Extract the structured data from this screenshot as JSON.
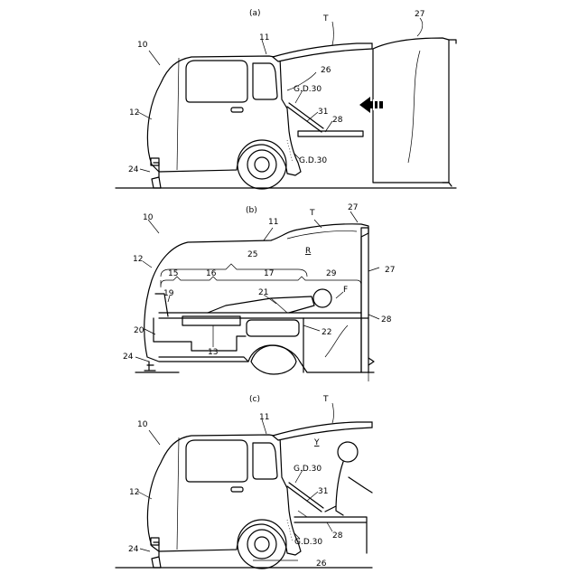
{
  "panels": [
    {
      "caption": "(a)",
      "labels": {
        "T": "T",
        "n27": "27",
        "n10": "10",
        "n11": "11",
        "n26": "26",
        "n12": "12",
        "gd_upper": "G.D.30",
        "n31": "31",
        "n28": "28",
        "gd_lower": "G.D.30",
        "n24": "24"
      }
    },
    {
      "caption": "(b)",
      "labels": {
        "n10": "10",
        "n11": "11",
        "T": "T",
        "n27_top": "27",
        "n25": "25",
        "R": "R",
        "n12": "12",
        "n27_right": "27",
        "n15": "15",
        "n16": "16",
        "n17": "17",
        "n29": "29",
        "n19": "19",
        "n21": "21",
        "F": "F",
        "n28": "28",
        "n20": "20",
        "n22": "22",
        "n13": "13",
        "n24": "24"
      }
    },
    {
      "caption": "(c)",
      "labels": {
        "T": "T",
        "n10": "10",
        "n11": "11",
        "Y": "Y",
        "gd_upper": "G.D.30",
        "n12": "12",
        "n31": "31",
        "n28": "28",
        "gd_lower": "G.D.30",
        "n24": "24",
        "n26": "26"
      }
    }
  ]
}
